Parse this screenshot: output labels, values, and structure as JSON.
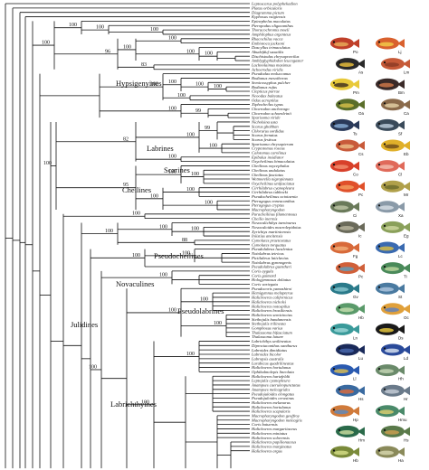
{
  "taxa": [
    "Leptoscarus polyphekadion",
    "Platax orbicularis",
    "Diagramma pictum",
    "Kyphosus vaigiensis",
    "Epinephelus maculatus",
    "Pteropodus oligacanthus",
    "Thoracochromis moeli",
    "Amphilophus argenteus",
    "Rhacochilus vacca",
    "Embiotoca jacksoni",
    "Dascyllus trimaculatus",
    "Abudefduf saxatilis",
    "Dischistodus chrysopoecilus",
    "Amblyglyphidodon leucogaster",
    "Lachnolaimus maximus",
    "Achoerodus viridis",
    "Pseudodax moluccanus",
    "Bodianus mesothorax",
    "Semicossyphus pulcher",
    "Bodianus rufus",
    "Clepticus parrae",
    "Neoodax balteatus",
    "Odax acroptilus",
    "Xiphocheilus typus",
    "Choerodon anchorago",
    "Choerodon schoenleinii",
    "Sparisoma viride",
    "Nicholsina usta",
    "Scarus ghobban",
    "Chlorurus sordidus",
    "Scarus frenatus",
    "Scarus festivus",
    "Sparisoma chrysopterum",
    "Cryptotomus roseus",
    "Calotomus carolinus",
    "Epibulus insidiator",
    "Oxycheilinus bimaculatus",
    "Cheilinus oxycephalus",
    "Cheilinus undulatus",
    "Cheilinus fasciatus",
    "Wetmorella nigropinnata",
    "Oxycheilinus unifasciatus",
    "Cirrhilabrus cyanopleura",
    "Cirrhilabrus tubbocki",
    "Pseudocheilinus octotaenia",
    "Pteragogus enneacanthus",
    "Pteragogus cryptus",
    "Macropharyngodon",
    "Paracheilinus filamentosus",
    "Cheilio inermis",
    "Novaculichthys taeniourus",
    "Novaculoides macrolepidotus",
    "Xyrichtys martinicensis",
    "Iniistius aneitensis",
    "Cymolutes praetextatus",
    "Cymolutes torquatus",
    "Pseudolabrus luculentus",
    "Notolabrus tetricus",
    "Pictilabrus laticlavius",
    "Notolabrus gymnogenis",
    "Pseudolabrus guentheri",
    "Coris aygula",
    "Coris gaimard",
    "Hologymnosus doliatus",
    "Coris variegata",
    "Pseudocoris yamashiroi",
    "Hemigymnus melapterus",
    "Halichoeres californicus",
    "Halichoeres nicholsi",
    "Halichoeres notospilus",
    "Halichoeres brasiliensis",
    "Halichoeres semicinctus",
    "Stethojulis bandanensis",
    "Stethojulis trilineata",
    "Gomphosus varius",
    "Thalassoma bifasciatum",
    "Thalassoma lunare",
    "Labrichthys unilineatus",
    "Diproctacanthus xanthurus",
    "Labroides dimidiatus",
    "Labroides bicolor",
    "Labropsis australis",
    "Larabicus quadrilineatus",
    "Halichoeres hortulanus",
    "Ophthalmolepis lineolata",
    "Halichoeres hartzfeldii",
    "Leptojulis cyanopleura",
    "Anampses caeruleopunctatus",
    "Anampses meleagrides",
    "Pseudojuloides elongatus",
    "Pseudojuloides cerasinus",
    "Halichoeres melanurus",
    "Halichoeres hortulanus",
    "Halichoeres scapularis",
    "Macropharyngodon geoffroy",
    "Macropharyngodon meleagris",
    "Coris batuensis",
    "Halichoeres margaritaceus",
    "Halichoeres miniatus",
    "Halichoeres solorensis",
    "Halichoeres papilionaceus",
    "Halichoeres marginatus",
    "Halichoeres argus"
  ],
  "clades": {
    "hypsigenyines": "Hypsigenyines",
    "labrines": "Labrines",
    "scarines": "Scarines",
    "cheilines": "Cheilines",
    "pseudocheilines": "Pseudocheilines",
    "novaculines": "Novaculines",
    "pseudolabrines": "Pseudolabrines",
    "julidines": "Julidines",
    "labrichthyines": "Labrichthyines"
  },
  "support": [
    {
      "id": "n1",
      "value": "100"
    },
    {
      "id": "n2",
      "value": "100"
    },
    {
      "id": "n3",
      "value": "100"
    },
    {
      "id": "n4",
      "value": "100"
    },
    {
      "id": "n5",
      "value": "96"
    },
    {
      "id": "n6",
      "value": "100"
    },
    {
      "id": "n7",
      "value": "100"
    },
    {
      "id": "n8",
      "value": "100"
    },
    {
      "id": "n9",
      "value": "100"
    },
    {
      "id": "n10",
      "value": "83"
    },
    {
      "id": "n11",
      "value": "100"
    },
    {
      "id": "n12",
      "value": "100"
    },
    {
      "id": "n13",
      "value": "100"
    },
    {
      "id": "n14",
      "value": "100"
    },
    {
      "id": "n15",
      "value": "100"
    },
    {
      "id": "n16",
      "value": "100"
    },
    {
      "id": "n17",
      "value": "99"
    },
    {
      "id": "n18",
      "value": "100"
    },
    {
      "id": "n19",
      "value": "82"
    },
    {
      "id": "n20",
      "value": "100"
    },
    {
      "id": "n21",
      "value": "99"
    },
    {
      "id": "n22",
      "value": "100"
    },
    {
      "id": "n23",
      "value": "100"
    },
    {
      "id": "n24",
      "value": "95"
    },
    {
      "id": "n25",
      "value": "100"
    },
    {
      "id": "n26",
      "value": "100"
    },
    {
      "id": "n27",
      "value": "100"
    },
    {
      "id": "n28",
      "value": "100"
    },
    {
      "id": "n29",
      "value": "100"
    },
    {
      "id": "n30",
      "value": "100"
    },
    {
      "id": "n31",
      "value": "100"
    },
    {
      "id": "n32",
      "value": "100"
    },
    {
      "id": "n33",
      "value": "100"
    },
    {
      "id": "n34",
      "value": "88"
    },
    {
      "id": "n35",
      "value": "100"
    },
    {
      "id": "n36",
      "value": "100"
    },
    {
      "id": "n37",
      "value": "100"
    },
    {
      "id": "n38",
      "value": "100"
    },
    {
      "id": "n39",
      "value": "100"
    },
    {
      "id": "n40",
      "value": "100"
    },
    {
      "id": "n41",
      "value": "100"
    },
    {
      "id": "n42",
      "value": "100"
    },
    {
      "id": "n43",
      "value": "100"
    }
  ],
  "fish": [
    {
      "tag": "Po",
      "color": "#c0402a",
      "accent": "#e8b05a"
    },
    {
      "tag": "Lj",
      "color": "#d9612e",
      "accent": "#f2d04a"
    },
    {
      "tag": "As",
      "color": "#2a2a2a",
      "accent": "#f0c43c"
    },
    {
      "tag": "Lm",
      "color": "#c65a38",
      "accent": "#8a3a24"
    },
    {
      "tag": "Pm",
      "color": "#e8c93a",
      "accent": "#3a2a1e"
    },
    {
      "tag": "Bm",
      "color": "#3a2a28",
      "accent": "#d47a4a"
    },
    {
      "tag": "Oa",
      "color": "#5a6e2a",
      "accent": "#d8c04a"
    },
    {
      "tag": "Ca",
      "color": "#8a6a4a",
      "accent": "#e6d4a8"
    },
    {
      "tag": "Ts",
      "color": "#2a3a5a",
      "accent": "#8ab0d8"
    },
    {
      "tag": "Sf",
      "color": "#3a4a5a",
      "accent": "#c0d0e0"
    },
    {
      "tag": "Cs",
      "color": "#c85a3a",
      "accent": "#eec08a"
    },
    {
      "tag": "Eb",
      "color": "#e0b02a",
      "accent": "#6a4a1a"
    },
    {
      "tag": "Co",
      "color": "#d8402a",
      "accent": "#f29070"
    },
    {
      "tag": "Cl",
      "color": "#e06a5a",
      "accent": "#f4c0b0"
    },
    {
      "tag": "Pc",
      "color": "#e0502a",
      "accent": "#f4a060"
    },
    {
      "tag": "Mr",
      "color": "#b0a04a",
      "accent": "#6a6a2a"
    },
    {
      "tag": "Ci",
      "color": "#6a7a5a",
      "accent": "#c0c8a8"
    },
    {
      "tag": "Xa",
      "color": "#8a9aa8",
      "accent": "#d8e0e6"
    },
    {
      "tag": "Ic",
      "color": "#6a6a5a",
      "accent": "#bcb8a0"
    },
    {
      "tag": "Eg",
      "color": "#8aa05a",
      "accent": "#d0d8a0"
    },
    {
      "tag": "Fg",
      "color": "#d86a3a",
      "accent": "#f2b07a"
    },
    {
      "tag": "Lc",
      "color": "#3a6ab0",
      "accent": "#e0c040"
    },
    {
      "tag": "Pc",
      "color": "#d0603a",
      "accent": "#5aa0c0"
    },
    {
      "tag": "Ti",
      "color": "#4a8a5a",
      "accent": "#c0d8a0"
    },
    {
      "tag": "Gv",
      "color": "#2a7a8a",
      "accent": "#8ac8d0"
    },
    {
      "tag": "St",
      "color": "#4a7aa0",
      "accent": "#b0c8e0"
    },
    {
      "tag": "Hb",
      "color": "#5a9a6a",
      "accent": "#c8e0b0"
    },
    {
      "tag": "Oc",
      "color": "#e0a03a",
      "accent": "#5a80c0"
    },
    {
      "tag": "Ln",
      "color": "#3a9a9a",
      "accent": "#a0d8d8"
    },
    {
      "tag": "Ds",
      "color": "#1a1a1a",
      "accent": "#f0d040"
    },
    {
      "tag": "Lu",
      "color": "#1a2a5a",
      "accent": "#4a6ab0"
    },
    {
      "tag": "Ld",
      "color": "#2a4a9a",
      "accent": "#e0e8f4"
    },
    {
      "tag": "Ll",
      "color": "#2a5ab0",
      "accent": "#e0c050"
    },
    {
      "tag": "Hh",
      "color": "#6a8a6a",
      "accent": "#c8d8b8"
    },
    {
      "tag": "Hs",
      "color": "#3a6aa0",
      "accent": "#e06a3a"
    },
    {
      "tag": "Hr",
      "color": "#6a7a8a",
      "accent": "#c8d0d8"
    },
    {
      "tag": "Hp",
      "color": "#d07a3a",
      "accent": "#5a8ac0"
    },
    {
      "tag": "Hmu",
      "color": "#4a8a6a",
      "accent": "#e0d070"
    },
    {
      "tag": "Hm",
      "color": "#2a6a4a",
      "accent": "#d0e0a0"
    },
    {
      "tag": "Hs",
      "color": "#5a7a4a",
      "accent": "#d0a050"
    },
    {
      "tag": "Hb",
      "color": "#7a8a3a",
      "accent": "#d8e08a"
    },
    {
      "tag": "Ha",
      "color": "#8a8a5a",
      "accent": "#d8d8b0"
    }
  ]
}
